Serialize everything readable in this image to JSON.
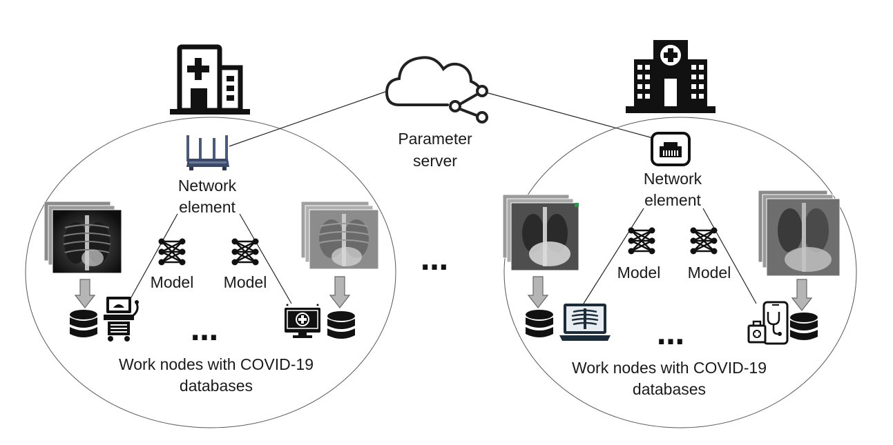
{
  "server": {
    "label_line1": "Parameter",
    "label_line2": "server",
    "icon": "cloud-share-icon"
  },
  "domains": [
    {
      "hospital_icon": "hospital-building-outline-icon",
      "network_element_icon": "wifi-router-icon",
      "network_label_line1": "Network",
      "network_label_line2": "element",
      "models": [
        {
          "label": "Model",
          "icon": "neural-network-icon"
        },
        {
          "label": "Model",
          "icon": "neural-network-icon"
        }
      ],
      "workers": [
        {
          "device_icon": "ultrasound-machine-icon",
          "db_icon": "database-icon",
          "xray_stack": "chest-xray-stack"
        },
        {
          "device_icon": "medical-monitor-icon",
          "db_icon": "database-icon",
          "xray_stack": "chest-xray-stack"
        }
      ],
      "ellipsis": "…",
      "caption": "Work nodes with COVID-19 databases"
    },
    {
      "hospital_icon": "hospital-building-solid-icon",
      "network_element_icon": "ethernet-port-icon",
      "network_label_line1": "Network",
      "network_label_line2": "element",
      "models": [
        {
          "label": "Model",
          "icon": "neural-network-icon"
        },
        {
          "label": "Model",
          "icon": "neural-network-icon"
        }
      ],
      "workers": [
        {
          "device_icon": "xray-laptop-icon",
          "db_icon": "database-icon",
          "xray_stack": "chest-xray-stack"
        },
        {
          "device_icon": "telemedicine-phone-icon",
          "db_icon": "database-icon",
          "xray_stack": "chest-xray-stack"
        }
      ],
      "ellipsis": "…",
      "caption": "Work nodes with COVID-19 databases"
    }
  ],
  "between_domains_ellipsis": "…"
}
